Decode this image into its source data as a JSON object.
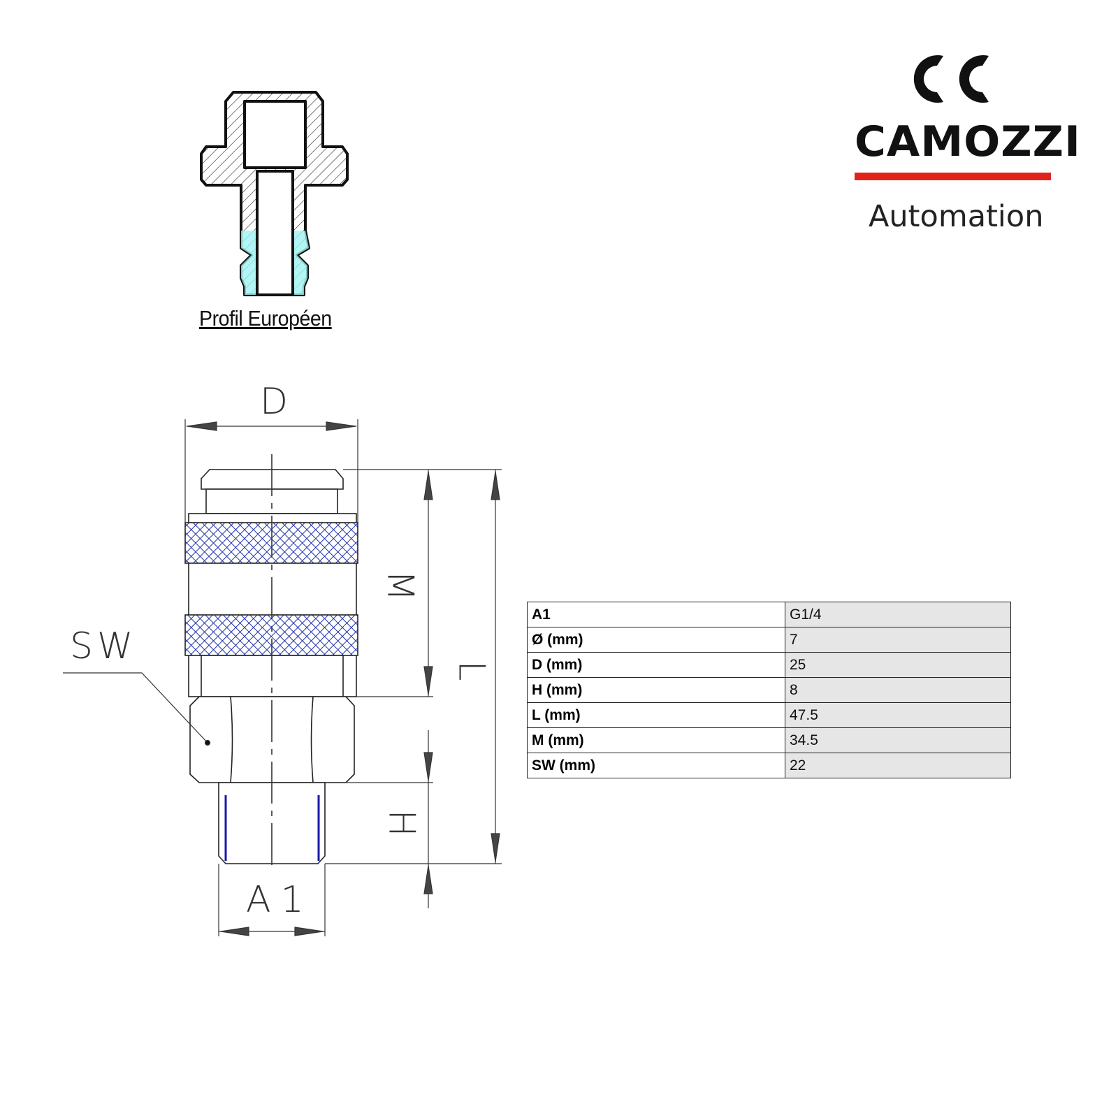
{
  "logo": {
    "brand": "CAMOZZI",
    "tagline": "Automation",
    "accent_color": "#e2231a"
  },
  "profile": {
    "caption": "Profil Européen"
  },
  "dimensions_labels": {
    "D": "D",
    "M": "M",
    "L": "L",
    "H": "H",
    "SW": "SW",
    "A1": "A1"
  },
  "colors": {
    "knurl": "#2233aa",
    "profile_highlight": "#9ff3f3",
    "thread": "#1a1aaa"
  },
  "specs": [
    {
      "key": "A1",
      "value": "G1/4"
    },
    {
      "key": "Ø (mm)",
      "value": "7"
    },
    {
      "key": "D (mm)",
      "value": "25"
    },
    {
      "key": "H (mm)",
      "value": "8"
    },
    {
      "key": "L (mm)",
      "value": "47.5"
    },
    {
      "key": "M (mm)",
      "value": "34.5"
    },
    {
      "key": "SW (mm)",
      "value": "22"
    }
  ]
}
